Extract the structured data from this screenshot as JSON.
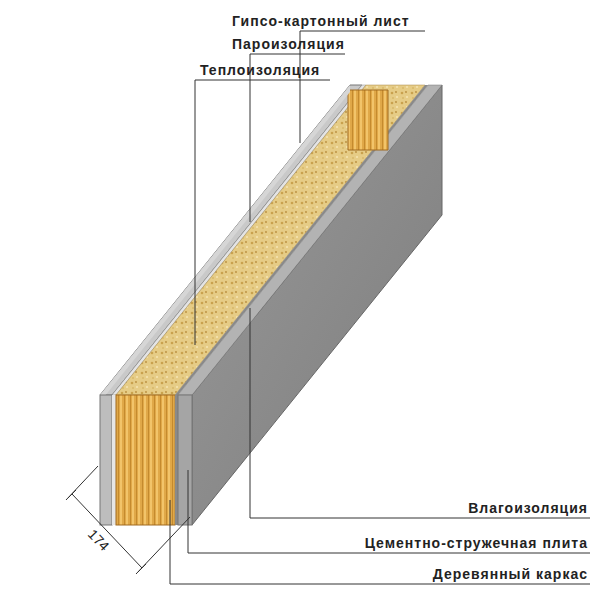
{
  "diagram": {
    "labels": [
      "Гипсо-картонный лист",
      "Пароизоляция",
      "Теплоизоляция",
      "Влагоизоляция",
      "Цементно-стружечная плита",
      "Деревянный каркас",
      "174"
    ]
  }
}
